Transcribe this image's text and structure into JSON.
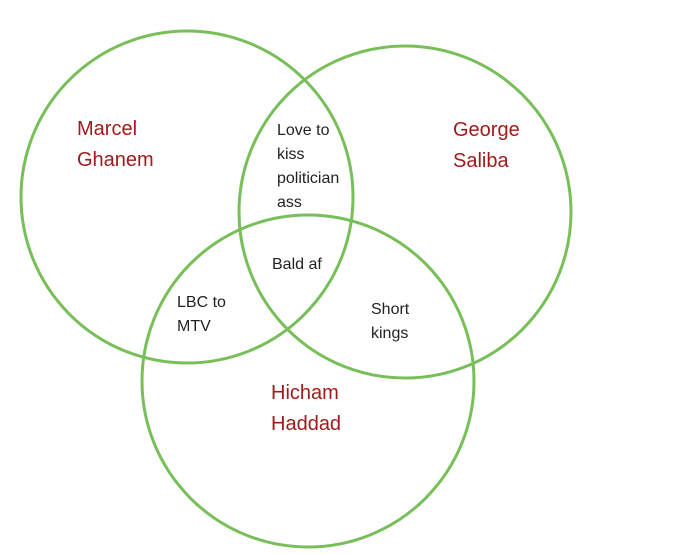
{
  "colors": {
    "circle_stroke": "#78bf5a",
    "set_name_text": "#a01b1b",
    "region_text": "#222222",
    "background": "#ffffff"
  },
  "sets": [
    {
      "id": "marcel",
      "name_lines": [
        "Marcel",
        "Ghanem"
      ]
    },
    {
      "id": "george",
      "name_lines": [
        "George",
        "Saliba"
      ]
    },
    {
      "id": "hicham",
      "name_lines": [
        "Hicham",
        "Haddad"
      ]
    }
  ],
  "regions": {
    "marcel_george": [
      "Love to",
      "kiss",
      "politician",
      "ass"
    ],
    "all_three": [
      "Bald af"
    ],
    "marcel_hicham": [
      "LBC to",
      "MTV"
    ],
    "george_hicham": [
      "Short",
      "kings"
    ]
  }
}
